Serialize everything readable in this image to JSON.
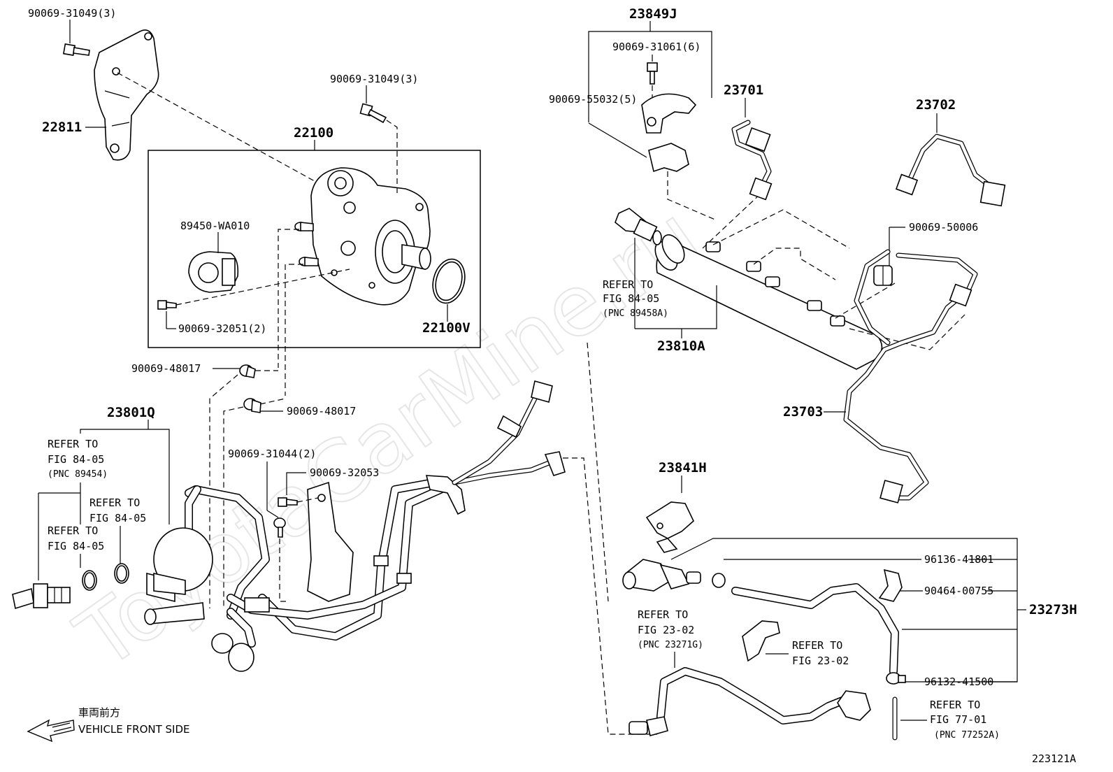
{
  "watermark": "ToyotaCarMine.ru",
  "figure_id": "223121A",
  "vehicle_front": {
    "jp": "車両前方",
    "en": "VEHICLE FRONT SIDE"
  },
  "labels": {
    "bolt_tl": "90069-31049(3)",
    "bracket": "22811",
    "pump_assy": "22100",
    "bolt_top": "90069-31049(3)",
    "sensor": "89450-WA010",
    "screw_sensor": "90069-32051(2)",
    "oring": "22100V",
    "clamp1": "90069-48017",
    "clamp2": "90069-48017",
    "pipe_group": "23801Q",
    "bolt_mid": "90069-31044(2)",
    "bolt_mid2": "90069-32053",
    "rail_clamp_grp": "23849J",
    "rail_bolt": "90069-31061(6)",
    "rail_clamp": "90069-55032(5)",
    "pipe1": "23701",
    "pipe2": "23702",
    "grommet": "90069-50006",
    "rail": "23810A",
    "pipe3": "23703",
    "bracket2": "23841H",
    "hose_clip1": "96136-41801",
    "hose_clip2": "90464-00755",
    "hose_clip3": "96132-41500",
    "hose_grp": "23273H"
  },
  "refer": {
    "r1": [
      "REFER TO",
      "FIG 84-05",
      "(PNC 89454)"
    ],
    "r2": [
      "REFER TO",
      "FIG 84-05"
    ],
    "r3": [
      "REFER TO",
      "FIG 84-05"
    ],
    "r4": [
      "REFER TO",
      "FIG 84-05",
      "(PNC 89458A)"
    ],
    "r5": [
      "REFER TO",
      "FIG 23-02",
      "(PNC 23271G)"
    ],
    "r6": [
      "REFER TO",
      "FIG 23-02"
    ],
    "r7": [
      "REFER TO",
      "FIG 77-01",
      "(PNC 77252A)"
    ]
  }
}
